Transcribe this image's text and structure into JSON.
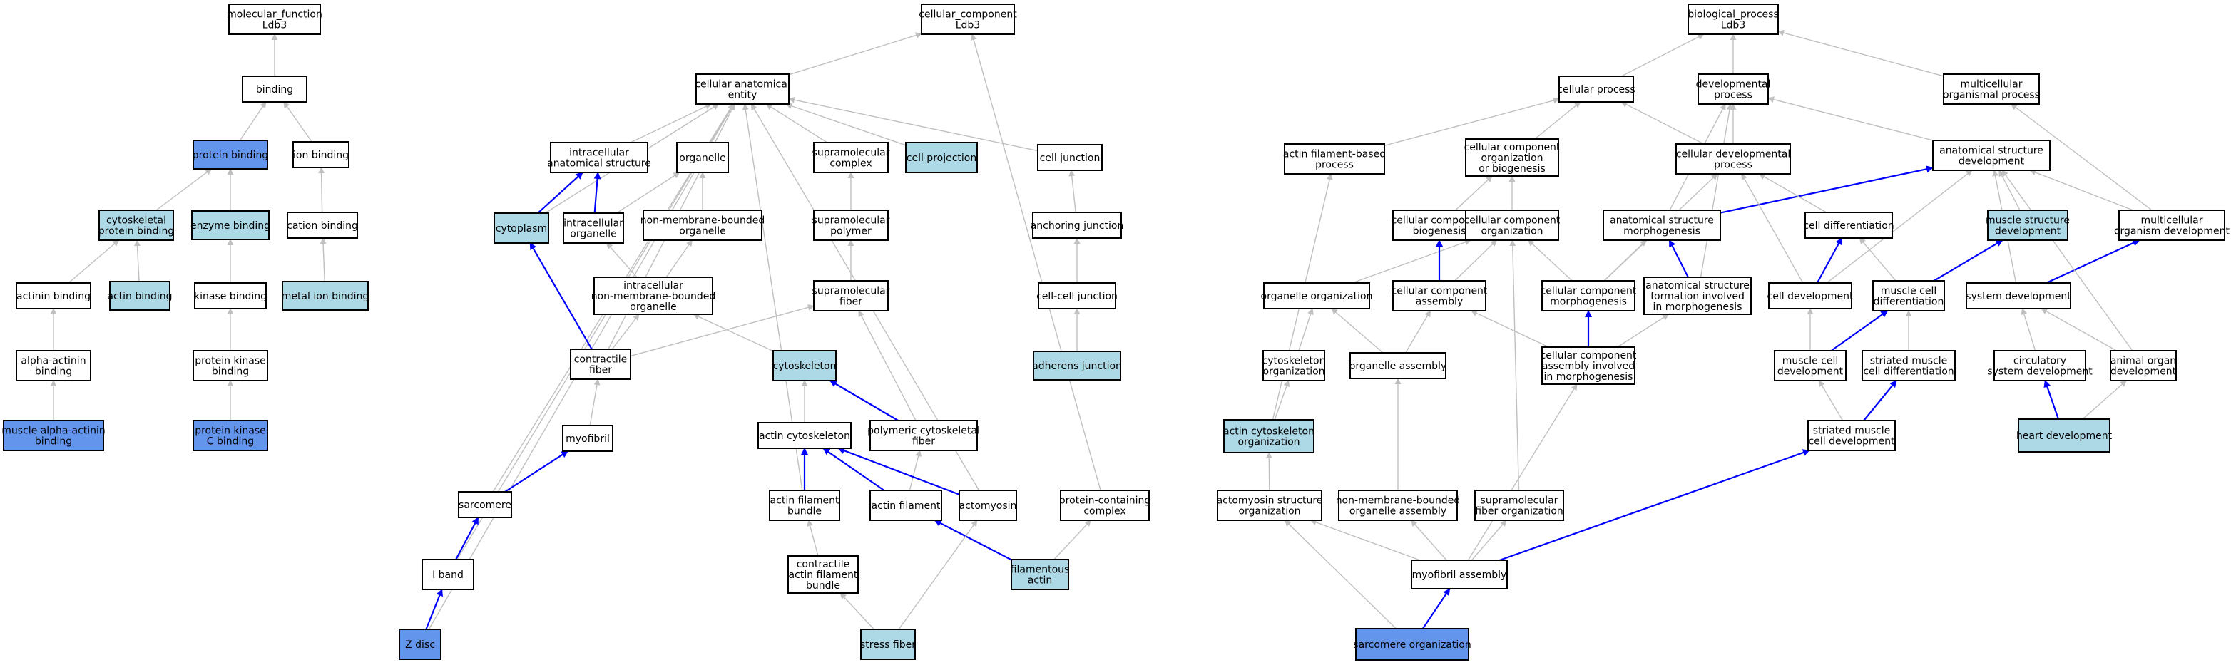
{
  "colors": {
    "default": "#ffffff",
    "light": "#add8e6",
    "dark": "#6495ed",
    "gray_edge": "#c0c0c0",
    "blue_edge": "#0000ff"
  },
  "nodes": {
    "mf": {
      "lines": [
        "molecular_function",
        "Ldb3"
      ],
      "fill": "default"
    },
    "binding": {
      "lines": [
        "binding"
      ],
      "fill": "default"
    },
    "protein_binding": {
      "lines": [
        "protein binding"
      ],
      "fill": "dark"
    },
    "ion_binding": {
      "lines": [
        "ion binding"
      ],
      "fill": "default"
    },
    "cyto_protein_binding": {
      "lines": [
        "cytoskeletal",
        "protein binding"
      ],
      "fill": "light"
    },
    "enzyme_binding": {
      "lines": [
        "enzyme binding"
      ],
      "fill": "light"
    },
    "cation_binding": {
      "lines": [
        "cation binding"
      ],
      "fill": "default"
    },
    "actinin_binding": {
      "lines": [
        "actinin binding"
      ],
      "fill": "default"
    },
    "actin_binding": {
      "lines": [
        "actin binding"
      ],
      "fill": "light"
    },
    "kinase_binding": {
      "lines": [
        "kinase binding"
      ],
      "fill": "default"
    },
    "metal_ion_binding": {
      "lines": [
        "metal ion binding"
      ],
      "fill": "light"
    },
    "alpha_actinin_binding": {
      "lines": [
        "alpha-actinin",
        "binding"
      ],
      "fill": "default"
    },
    "protein_kinase_binding": {
      "lines": [
        "protein kinase",
        "binding"
      ],
      "fill": "default"
    },
    "muscle_alpha_actinin_binding": {
      "lines": [
        "muscle alpha-actinin",
        "binding"
      ],
      "fill": "dark"
    },
    "pkc_binding": {
      "lines": [
        "protein kinase",
        "C binding"
      ],
      "fill": "dark"
    },
    "cc": {
      "lines": [
        "cellular_component",
        "Ldb3"
      ],
      "fill": "default"
    },
    "cae": {
      "lines": [
        "cellular anatomical",
        "entity"
      ],
      "fill": "default"
    },
    "ias": {
      "lines": [
        "intracellular",
        "anatomical structure"
      ],
      "fill": "default"
    },
    "organelle": {
      "lines": [
        "organelle"
      ],
      "fill": "default"
    },
    "supra_complex": {
      "lines": [
        "supramolecular",
        "complex"
      ],
      "fill": "default"
    },
    "cell_projection": {
      "lines": [
        "cell projection"
      ],
      "fill": "light"
    },
    "cell_junction": {
      "lines": [
        "cell junction"
      ],
      "fill": "default"
    },
    "cytoplasm": {
      "lines": [
        "cytoplasm"
      ],
      "fill": "light"
    },
    "ic_organelle": {
      "lines": [
        "intracellular",
        "organelle"
      ],
      "fill": "default"
    },
    "nmb_organelle": {
      "lines": [
        "non-membrane-bounded",
        "organelle"
      ],
      "fill": "default"
    },
    "supra_polymer": {
      "lines": [
        "supramolecular",
        "polymer"
      ],
      "fill": "default"
    },
    "anchoring_junction": {
      "lines": [
        "anchoring junction"
      ],
      "fill": "default"
    },
    "ic_nmb_organelle": {
      "lines": [
        "intracellular",
        "non-membrane-bounded",
        "organelle"
      ],
      "fill": "default"
    },
    "supra_fiber": {
      "lines": [
        "supramolecular",
        "fiber"
      ],
      "fill": "default"
    },
    "cell_cell_junction": {
      "lines": [
        "cell-cell junction"
      ],
      "fill": "default"
    },
    "contractile_fiber": {
      "lines": [
        "contractile",
        "fiber"
      ],
      "fill": "default"
    },
    "cytoskeleton": {
      "lines": [
        "cytoskeleton"
      ],
      "fill": "light"
    },
    "adherens_junction": {
      "lines": [
        "adherens junction"
      ],
      "fill": "light"
    },
    "myofibril": {
      "lines": [
        "myofibril"
      ],
      "fill": "default"
    },
    "actin_cytoskeleton": {
      "lines": [
        "actin cytoskeleton"
      ],
      "fill": "default"
    },
    "poly_cyto_fiber": {
      "lines": [
        "polymeric cytoskeletal",
        "fiber"
      ],
      "fill": "default"
    },
    "sarcomere": {
      "lines": [
        "sarcomere"
      ],
      "fill": "default"
    },
    "actin_fil_bundle": {
      "lines": [
        "actin filament",
        "bundle"
      ],
      "fill": "default"
    },
    "actin_filament": {
      "lines": [
        "actin filament"
      ],
      "fill": "default"
    },
    "actomyosin": {
      "lines": [
        "actomyosin"
      ],
      "fill": "default"
    },
    "protein_complex": {
      "lines": [
        "protein-containing",
        "complex"
      ],
      "fill": "default"
    },
    "i_band": {
      "lines": [
        "I band"
      ],
      "fill": "default"
    },
    "contractile_afb": {
      "lines": [
        "contractile",
        "actin filament",
        "bundle"
      ],
      "fill": "default"
    },
    "filamentous_actin": {
      "lines": [
        "filamentous",
        "actin"
      ],
      "fill": "light"
    },
    "z_disc": {
      "lines": [
        "Z disc"
      ],
      "fill": "dark"
    },
    "stress_fiber": {
      "lines": [
        "stress fiber"
      ],
      "fill": "light"
    },
    "bp": {
      "lines": [
        "biological_process",
        "Ldb3"
      ],
      "fill": "default"
    },
    "cellular_process": {
      "lines": [
        "cellular process"
      ],
      "fill": "default"
    },
    "dev_process": {
      "lines": [
        "developmental",
        "process"
      ],
      "fill": "default"
    },
    "mc_org_process": {
      "lines": [
        "multicellular",
        "organismal process"
      ],
      "fill": "default"
    },
    "afb_process": {
      "lines": [
        "actin filament-based",
        "process"
      ],
      "fill": "default"
    },
    "cc_org_biogen": {
      "lines": [
        "cellular component",
        "organization",
        "or biogenesis"
      ],
      "fill": "default"
    },
    "cell_dev_process": {
      "lines": [
        "cellular developmental",
        "process"
      ],
      "fill": "default"
    },
    "anat_struct_dev": {
      "lines": [
        "anatomical structure",
        "development"
      ],
      "fill": "default"
    },
    "cc_biogenesis": {
      "lines": [
        "cellular component",
        "biogenesis"
      ],
      "fill": "default"
    },
    "cc_organization": {
      "lines": [
        "cellular component",
        "organization"
      ],
      "fill": "default"
    },
    "anat_struct_morph": {
      "lines": [
        "anatomical structure",
        "morphogenesis"
      ],
      "fill": "default"
    },
    "cell_diff": {
      "lines": [
        "cell differentiation"
      ],
      "fill": "default"
    },
    "muscle_struct_dev": {
      "lines": [
        "muscle structure",
        "development"
      ],
      "fill": "light"
    },
    "mc_org_dev": {
      "lines": [
        "multicellular",
        "organism development"
      ],
      "fill": "default"
    },
    "organelle_org": {
      "lines": [
        "organelle organization"
      ],
      "fill": "default"
    },
    "cc_assembly": {
      "lines": [
        "cellular component",
        "assembly"
      ],
      "fill": "default"
    },
    "cc_morph": {
      "lines": [
        "cellular component",
        "morphogenesis"
      ],
      "fill": "default"
    },
    "asf_morph": {
      "lines": [
        "anatomical structure",
        "formation involved",
        "in morphogenesis"
      ],
      "fill": "default"
    },
    "cell_dev": {
      "lines": [
        "cell development"
      ],
      "fill": "default"
    },
    "muscle_cell_diff": {
      "lines": [
        "muscle cell",
        "differentiation"
      ],
      "fill": "default"
    },
    "system_dev": {
      "lines": [
        "system development"
      ],
      "fill": "default"
    },
    "cyto_org": {
      "lines": [
        "cytoskeleton",
        "organization"
      ],
      "fill": "default"
    },
    "organelle_assembly": {
      "lines": [
        "organelle assembly"
      ],
      "fill": "default"
    },
    "cca_morph": {
      "lines": [
        "cellular component",
        "assembly involved",
        "in morphogenesis"
      ],
      "fill": "default"
    },
    "muscle_cell_dev": {
      "lines": [
        "muscle cell",
        "development"
      ],
      "fill": "default"
    },
    "smc_diff": {
      "lines": [
        "striated muscle",
        "cell differentiation"
      ],
      "fill": "default"
    },
    "circ_sys_dev": {
      "lines": [
        "circulatory",
        "system development"
      ],
      "fill": "default"
    },
    "animal_organ_dev": {
      "lines": [
        "animal organ",
        "development"
      ],
      "fill": "default"
    },
    "actin_cyto_org": {
      "lines": [
        "actin cytoskeleton",
        "organization"
      ],
      "fill": "light"
    },
    "smc_dev": {
      "lines": [
        "striated muscle",
        "cell development"
      ],
      "fill": "default"
    },
    "heart_dev": {
      "lines": [
        "heart development"
      ],
      "fill": "light"
    },
    "actomyosin_org": {
      "lines": [
        "actomyosin structure",
        "organization"
      ],
      "fill": "default"
    },
    "nmb_org_assembly": {
      "lines": [
        "non-membrane-bounded",
        "organelle assembly"
      ],
      "fill": "default"
    },
    "supra_fiber_org": {
      "lines": [
        "supramolecular",
        "fiber organization"
      ],
      "fill": "default"
    },
    "myofibril_assembly": {
      "lines": [
        "myofibril assembly"
      ],
      "fill": "default"
    },
    "sarcomere_org": {
      "lines": [
        "sarcomere organization"
      ],
      "fill": "dark"
    }
  },
  "edges": [
    [
      "binding",
      "mf",
      "g"
    ],
    [
      "protein_binding",
      "binding",
      "g"
    ],
    [
      "ion_binding",
      "binding",
      "g"
    ],
    [
      "cyto_protein_binding",
      "protein_binding",
      "g"
    ],
    [
      "enzyme_binding",
      "protein_binding",
      "g"
    ],
    [
      "cation_binding",
      "ion_binding",
      "g"
    ],
    [
      "actinin_binding",
      "cyto_protein_binding",
      "g"
    ],
    [
      "actin_binding",
      "cyto_protein_binding",
      "g"
    ],
    [
      "kinase_binding",
      "enzyme_binding",
      "g"
    ],
    [
      "metal_ion_binding",
      "cation_binding",
      "g"
    ],
    [
      "alpha_actinin_binding",
      "actinin_binding",
      "g"
    ],
    [
      "protein_kinase_binding",
      "kinase_binding",
      "g"
    ],
    [
      "muscle_alpha_actinin_binding",
      "alpha_actinin_binding",
      "g"
    ],
    [
      "pkc_binding",
      "protein_kinase_binding",
      "g"
    ],
    [
      "cae",
      "cc",
      "g"
    ],
    [
      "protein_complex",
      "cc",
      "g"
    ],
    [
      "ias",
      "cae",
      "g"
    ],
    [
      "organelle",
      "cae",
      "g"
    ],
    [
      "supra_complex",
      "cae",
      "g"
    ],
    [
      "cell_projection",
      "cae",
      "g"
    ],
    [
      "cell_junction",
      "cae",
      "g"
    ],
    [
      "cytoplasm",
      "cae",
      "g"
    ],
    [
      "contractile_fiber",
      "cae",
      "g"
    ],
    [
      "sarcomere",
      "cae",
      "g"
    ],
    [
      "i_band",
      "cae",
      "g"
    ],
    [
      "z_disc",
      "cae",
      "g"
    ],
    [
      "actin_fil_bundle",
      "cae",
      "g"
    ],
    [
      "actomyosin",
      "cae",
      "g"
    ],
    [
      "cytoplasm",
      "ias",
      "b"
    ],
    [
      "ic_organelle",
      "ias",
      "b"
    ],
    [
      "ic_organelle",
      "organelle",
      "g"
    ],
    [
      "nmb_organelle",
      "organelle",
      "g"
    ],
    [
      "supra_polymer",
      "supra_complex",
      "g"
    ],
    [
      "anchoring_junction",
      "cell_junction",
      "g"
    ],
    [
      "ic_nmb_organelle",
      "ic_organelle",
      "g"
    ],
    [
      "ic_nmb_organelle",
      "nmb_organelle",
      "g"
    ],
    [
      "supra_fiber",
      "supra_polymer",
      "g"
    ],
    [
      "cell_cell_junction",
      "anchoring_junction",
      "g"
    ],
    [
      "contractile_fiber",
      "ic_nmb_organelle",
      "g"
    ],
    [
      "contractile_fiber",
      "cytoplasm",
      "b"
    ],
    [
      "contractile_fiber",
      "supra_fiber",
      "g"
    ],
    [
      "cytoskeleton",
      "ic_nmb_organelle",
      "g"
    ],
    [
      "adherens_junction",
      "cell_cell_junction",
      "g"
    ],
    [
      "myofibril",
      "contractile_fiber",
      "g"
    ],
    [
      "actin_cytoskeleton",
      "cytoskeleton",
      "g"
    ],
    [
      "poly_cyto_fiber",
      "cytoskeleton",
      "b"
    ],
    [
      "poly_cyto_fiber",
      "supra_fiber",
      "g"
    ],
    [
      "sarcomere",
      "myofibril",
      "b"
    ],
    [
      "actin_fil_bundle",
      "actin_cytoskeleton",
      "b"
    ],
    [
      "actin_filament",
      "actin_cytoskeleton",
      "b"
    ],
    [
      "actin_filament",
      "poly_cyto_fiber",
      "g"
    ],
    [
      "actomyosin",
      "actin_cytoskeleton",
      "b"
    ],
    [
      "i_band",
      "sarcomere",
      "b"
    ],
    [
      "contractile_afb",
      "actin_fil_bundle",
      "g"
    ],
    [
      "filamentous_actin",
      "actin_filament",
      "b"
    ],
    [
      "filamentous_actin",
      "protein_complex",
      "g"
    ],
    [
      "z_disc",
      "i_band",
      "b"
    ],
    [
      "stress_fiber",
      "contractile_afb",
      "g"
    ],
    [
      "stress_fiber",
      "actomyosin",
      "g"
    ],
    [
      "cellular_process",
      "bp",
      "g"
    ],
    [
      "dev_process",
      "bp",
      "g"
    ],
    [
      "mc_org_process",
      "bp",
      "g"
    ],
    [
      "afb_process",
      "cellular_process",
      "g"
    ],
    [
      "cc_org_biogen",
      "cellular_process",
      "g"
    ],
    [
      "cell_dev_process",
      "cellular_process",
      "g"
    ],
    [
      "cell_dev_process",
      "dev_process",
      "g"
    ],
    [
      "anat_struct_dev",
      "dev_process",
      "g"
    ],
    [
      "cc_biogenesis",
      "cc_org_biogen",
      "g"
    ],
    [
      "cc_organization",
      "cc_org_biogen",
      "g"
    ],
    [
      "anat_struct_morph",
      "anat_struct_dev",
      "b"
    ],
    [
      "anat_struct_morph",
      "dev_process",
      "g"
    ],
    [
      "cell_diff",
      "cell_dev_process",
      "g"
    ],
    [
      "muscle_struct_dev",
      "anat_struct_dev",
      "g"
    ],
    [
      "mc_org_dev",
      "anat_struct_dev",
      "g"
    ],
    [
      "mc_org_dev",
      "mc_org_process",
      "g"
    ],
    [
      "organelle_org",
      "cc_organization",
      "g"
    ],
    [
      "cc_assembly",
      "cc_biogenesis",
      "b"
    ],
    [
      "cc_assembly",
      "cc_organization",
      "g"
    ],
    [
      "cc_morph",
      "cc_organization",
      "g"
    ],
    [
      "cc_morph",
      "anat_struct_morph",
      "g"
    ],
    [
      "cc_morph",
      "cell_dev_process",
      "g"
    ],
    [
      "asf_morph",
      "anat_struct_morph",
      "b"
    ],
    [
      "asf_morph",
      "dev_process",
      "g"
    ],
    [
      "cell_dev",
      "cell_diff",
      "b"
    ],
    [
      "cell_dev",
      "cell_dev_process",
      "g"
    ],
    [
      "cell_dev",
      "anat_struct_dev",
      "g"
    ],
    [
      "muscle_cell_diff",
      "cell_diff",
      "g"
    ],
    [
      "muscle_cell_diff",
      "muscle_struct_dev",
      "b"
    ],
    [
      "system_dev",
      "anat_struct_dev",
      "g"
    ],
    [
      "system_dev",
      "mc_org_dev",
      "b"
    ],
    [
      "cyto_org",
      "organelle_org",
      "g"
    ],
    [
      "organelle_assembly",
      "organelle_org",
      "g"
    ],
    [
      "organelle_assembly",
      "cc_assembly",
      "g"
    ],
    [
      "cca_morph",
      "cc_morph",
      "b"
    ],
    [
      "cca_morph",
      "cc_assembly",
      "g"
    ],
    [
      "cca_morph",
      "asf_morph",
      "g"
    ],
    [
      "muscle_cell_dev",
      "cell_dev",
      "g"
    ],
    [
      "muscle_cell_dev",
      "muscle_cell_diff",
      "b"
    ],
    [
      "smc_diff",
      "muscle_cell_diff",
      "g"
    ],
    [
      "circ_sys_dev",
      "system_dev",
      "g"
    ],
    [
      "animal_organ_dev",
      "anat_struct_dev",
      "g"
    ],
    [
      "animal_organ_dev",
      "system_dev",
      "g"
    ],
    [
      "actin_cyto_org",
      "cyto_org",
      "g"
    ],
    [
      "actin_cyto_org",
      "afb_process",
      "g"
    ],
    [
      "smc_dev",
      "muscle_cell_dev",
      "g"
    ],
    [
      "smc_dev",
      "smc_diff",
      "b"
    ],
    [
      "heart_dev",
      "circ_sys_dev",
      "b"
    ],
    [
      "heart_dev",
      "animal_organ_dev",
      "g"
    ],
    [
      "actomyosin_org",
      "actin_cyto_org",
      "g"
    ],
    [
      "nmb_org_assembly",
      "organelle_assembly",
      "g"
    ],
    [
      "supra_fiber_org",
      "cc_organization",
      "g"
    ],
    [
      "myofibril_assembly",
      "actomyosin_org",
      "g"
    ],
    [
      "myofibril_assembly",
      "nmb_org_assembly",
      "g"
    ],
    [
      "myofibril_assembly",
      "supra_fiber_org",
      "g"
    ],
    [
      "myofibril_assembly",
      "cca_morph",
      "g"
    ],
    [
      "myofibril_assembly",
      "smc_dev",
      "b"
    ],
    [
      "sarcomere_org",
      "myofibril_assembly",
      "b"
    ],
    [
      "sarcomere_org",
      "actomyosin_org",
      "g"
    ]
  ]
}
